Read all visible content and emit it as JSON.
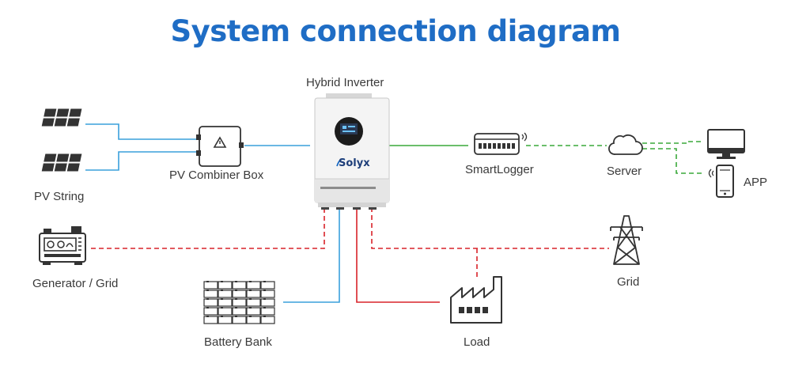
{
  "title": "System connection diagram",
  "components": {
    "inverter": {
      "label": "Hybrid Inverter",
      "brand": "Solyx"
    },
    "pv_string": {
      "label": "PV String"
    },
    "combiner": {
      "label": "PV Combiner Box"
    },
    "logger": {
      "label": "SmartLogger"
    },
    "server": {
      "label": "Server"
    },
    "app": {
      "label": "APP"
    },
    "generator": {
      "label": "Generator / Grid"
    },
    "grid": {
      "label": "Grid"
    },
    "battery": {
      "label": "Battery Bank"
    },
    "load": {
      "label": "Load"
    }
  },
  "colors": {
    "title": "#1f6dc5",
    "dc_line": "#3aa0dc",
    "ac_red": "#d8232a",
    "comm_green": "#3aa83a",
    "icon": "#333333"
  }
}
